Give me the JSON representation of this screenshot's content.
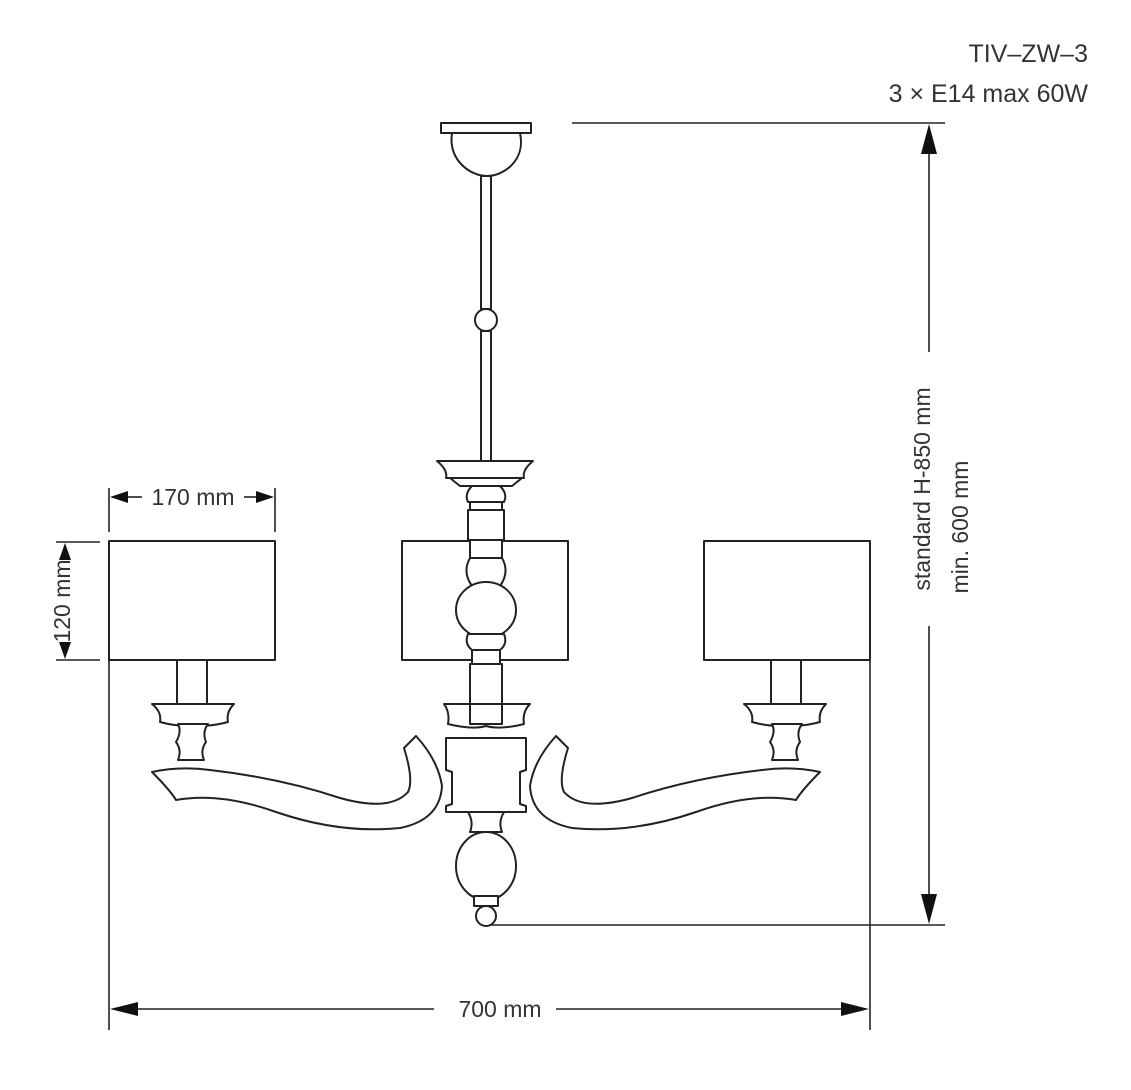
{
  "title": {
    "model": "TIV–ZW–3",
    "spec": "3 × E14 max 60W"
  },
  "dimensions": {
    "shade_width": "170 mm",
    "shade_height": "120 mm",
    "total_width": "700 mm",
    "height_standard": "standard H-850 mm",
    "height_min": "min. 600 mm"
  },
  "colors": {
    "line": "#222222",
    "text": "#333333",
    "background": "#ffffff"
  }
}
